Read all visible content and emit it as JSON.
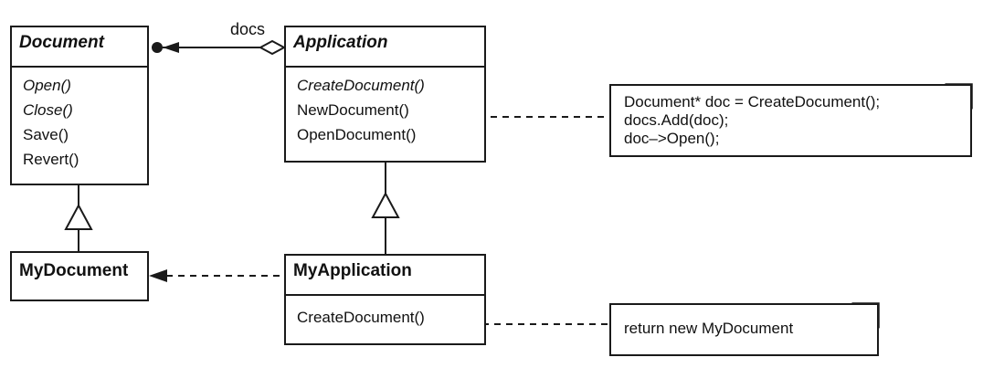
{
  "classes": {
    "document": {
      "name": "Document",
      "operations": [
        {
          "label": "Open()",
          "abstract": true
        },
        {
          "label": "Close()",
          "abstract": true
        },
        {
          "label": "Save()",
          "abstract": false
        },
        {
          "label": "Revert()",
          "abstract": false
        }
      ]
    },
    "application": {
      "name": "Application",
      "operations": [
        {
          "label": "CreateDocument()",
          "abstract": true
        },
        {
          "label": "NewDocument()",
          "abstract": false
        },
        {
          "label": "OpenDocument()",
          "abstract": false
        }
      ]
    },
    "my_document": {
      "name": "MyDocument"
    },
    "my_application": {
      "name": "MyApplication",
      "operations": [
        {
          "label": "CreateDocument()",
          "abstract": false
        }
      ]
    }
  },
  "associations": {
    "docs_label": "docs"
  },
  "notes": {
    "new_document": [
      "Document* doc = CreateDocument();",
      "docs.Add(doc);",
      "doc–>Open();"
    ],
    "create_document": [
      "return new MyDocument"
    ]
  }
}
